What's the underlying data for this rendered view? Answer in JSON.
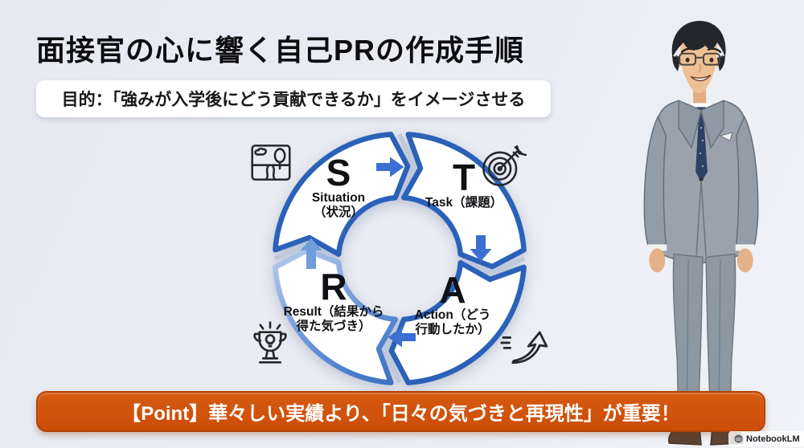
{
  "slide": {
    "title": "面接官の心に響く自己PRの作成手順",
    "purpose": "目的：「強みが入学後にどう貢献できるか」をイメージさせる",
    "point_banner": "【Point】華々しい実績より、「日々の気づきと再現性」が重要！"
  },
  "diagram": {
    "name": "STAR cycle",
    "items": [
      {
        "letter": "S",
        "label": "Situation",
        "sub": "（状況）",
        "icon": "scenery-icon"
      },
      {
        "letter": "T",
        "label": "Task（課題）",
        "sub": "",
        "icon": "target-icon"
      },
      {
        "letter": "A",
        "label": "Action（どう",
        "sub": "行動したか）",
        "icon": "action-arrow-icon"
      },
      {
        "letter": "R",
        "label": "Result（結果から",
        "sub": "得た気づき）",
        "icon": "trophy-icon"
      }
    ],
    "flow": [
      "S→T",
      "T→A",
      "A→R",
      "R→S"
    ],
    "colors": {
      "segment_border": "#2b61b8",
      "segment_border_light": "#9db9e0",
      "arrow": "#3b6fd1",
      "arrow_light": "#6f9ed9"
    }
  },
  "watermark": {
    "label": "NotebookLM"
  },
  "colors": {
    "background": "#e9ebf2",
    "banner_bg": "#d2540c",
    "banner_border": "#b34207",
    "banner_text": "#ffffff",
    "title_text": "#0e0e10"
  }
}
